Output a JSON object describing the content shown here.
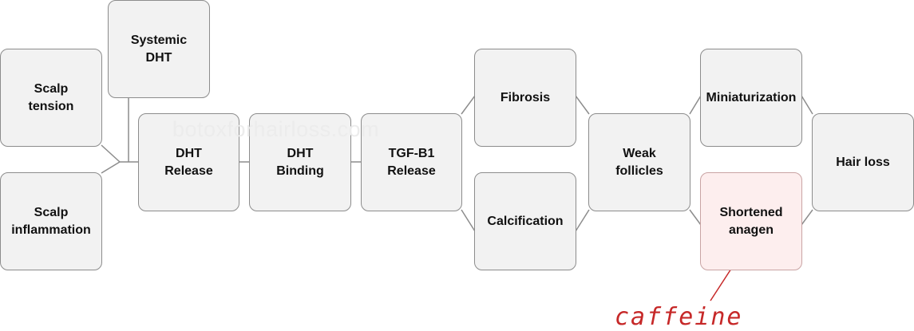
{
  "watermark": "botoxforhairloss.com",
  "nodes": {
    "scalp_tension": "Scalp\ntension",
    "systemic_dht": "Systemic\nDHT",
    "scalp_inflammation": "Scalp\ninflammation",
    "dht_release": "DHT\nRelease",
    "dht_binding": "DHT\nBinding",
    "tgf_release": "TGF-B1\nRelease",
    "fibrosis": "Fibrosis",
    "calcification": "Calcification",
    "weak_follicles": "Weak\nfollicles",
    "miniaturization": "Miniaturization",
    "shortened_anagen": "Shortened\nanagen",
    "hair_loss": "Hair loss"
  },
  "annotation": "caffeine",
  "colors": {
    "box_fill": "#f2f2f2",
    "box_border": "#8c8c8c",
    "highlight_fill": "#fdeeee",
    "connector": "#8c8c8c",
    "annotation": "#c62828"
  }
}
